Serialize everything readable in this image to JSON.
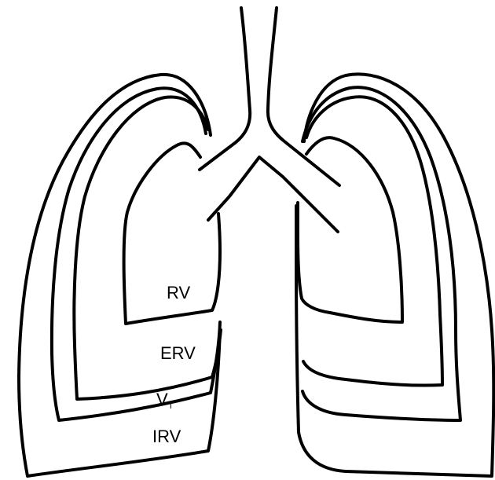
{
  "labels": {
    "rv": "RV",
    "erv": "ERV",
    "vt_main": "V",
    "vt_sub": "T",
    "irv": "IRV"
  },
  "colors": {
    "stroke": "#000000",
    "background": "#ffffff"
  }
}
